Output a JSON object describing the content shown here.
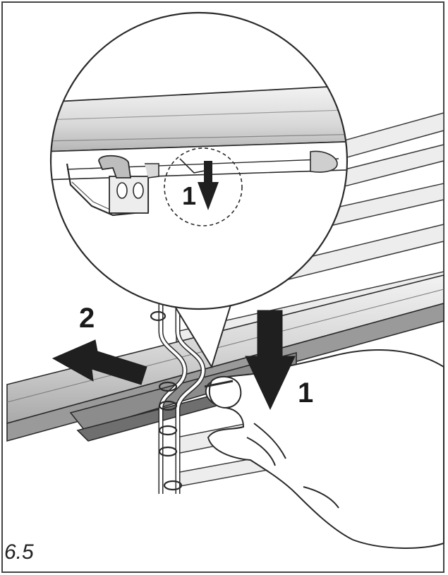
{
  "figure": {
    "number": "6.5",
    "labels": {
      "zoom_step": "1",
      "step_push_down": "1",
      "step_pull_out": "2"
    }
  },
  "colors": {
    "line": "#2a2a2a",
    "rail_light": "#e6e6e6",
    "rail_mid": "#c4c4c4",
    "rail_dark": "#8a8a8a",
    "arrow": "#1f1f1f",
    "background": "#ffffff"
  }
}
